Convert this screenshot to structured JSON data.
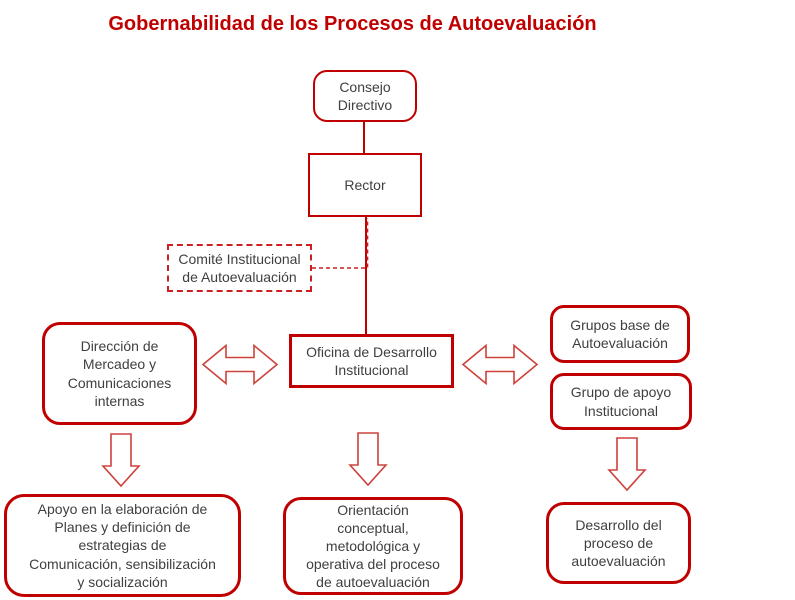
{
  "title": "Gobernabilidad de los Procesos de Autoevaluación",
  "colors": {
    "accent": "#C00000",
    "arrow_outline": "#CD423B",
    "text": "#3F3F3F",
    "background": "#FFFFFF"
  },
  "nodes": {
    "consejo_directivo": {
      "label": "Consejo\nDirectivo"
    },
    "rector": {
      "label": "Rector"
    },
    "comite_institucional": {
      "label": "Comité Institucional\nde Autoevaluación"
    },
    "oficina_desarrollo": {
      "label": "Oficina de Desarrollo\nInstitucional"
    },
    "direccion_mercadeo": {
      "label": "Dirección de\nMercadeo y\nComunicaciones\ninternas"
    },
    "grupos_base": {
      "label": "Grupos base de\nAutoevaluación"
    },
    "grupo_apoyo": {
      "label": "Grupo de apoyo\nInstitucional"
    },
    "apoyo_elaboracion": {
      "label": "Apoyo en la elaboración de\nPlanes y definición de\nestrategias de\nComunicación, sensibilización\ny socialización"
    },
    "orientacion_proceso": {
      "label": "Orientación\nconceptual,\nmetodológica y\noperativa del proceso\nde autoevaluación"
    },
    "desarrollo_proceso": {
      "label": "Desarrollo del\nproceso de\nautoevaluación"
    }
  },
  "connections": [
    {
      "from": "Consejo Directivo",
      "to": "Rector",
      "style": "solid-line"
    },
    {
      "from": "Rector",
      "to": "Oficina de Desarrollo Institucional",
      "style": "solid-line"
    },
    {
      "from": "Comité Institucional de Autoevaluación",
      "to": "Rector / Oficina de Desarrollo Institucional",
      "style": "dashed-line"
    },
    {
      "from": "Dirección de Mercadeo y Comunicaciones internas",
      "to": "Oficina de Desarrollo Institucional",
      "style": "double-arrow"
    },
    {
      "from": "Oficina de Desarrollo Institucional",
      "to": "Grupos base de Autoevaluación / Grupo de apoyo Institucional",
      "style": "double-arrow"
    },
    {
      "from": "Dirección de Mercadeo y Comunicaciones internas",
      "to": "Apoyo en la elaboración de Planes y definición de estrategias de Comunicación, sensibilización y socialización",
      "style": "down-arrow"
    },
    {
      "from": "Oficina de Desarrollo Institucional",
      "to": "Orientación conceptual, metodológica y operativa del proceso de autoevaluación",
      "style": "down-arrow"
    },
    {
      "from": "Grupo de apoyo Institucional",
      "to": "Desarrollo del proceso de autoevaluación",
      "style": "down-arrow"
    }
  ]
}
